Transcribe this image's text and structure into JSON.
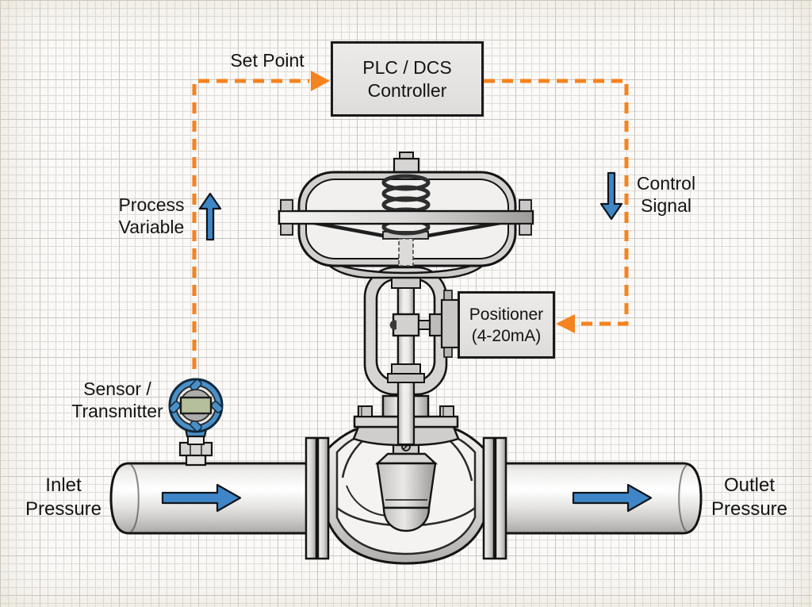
{
  "labels": {
    "set_point": "Set Point",
    "process_variable_line1": "Process",
    "process_variable_line2": "Variable",
    "control_signal_line1": "Control",
    "control_signal_line2": "Signal",
    "sensor_line1": "Sensor /",
    "sensor_line2": "Transmitter",
    "inlet_line1": "Inlet",
    "inlet_line2": "Pressure",
    "outlet_line1": "Outlet",
    "outlet_line2": "Pressure"
  },
  "boxes": {
    "controller_line1": "PLC / DCS",
    "controller_line2": "Controller",
    "positioner_line1": "Positioner",
    "positioner_line2": "(4-20mA)"
  },
  "colors": {
    "signal_orange": "#F5831F",
    "arrow_blue": "#3E86C7",
    "box_fill": "#E8E7E5",
    "outline_black": "#1A1A1A",
    "sensor_blue": "#4A90C8",
    "lcd_green": "#B6BF9C",
    "metal_light": "#F2F1EF",
    "metal_dark": "#A9A8A6",
    "paper": "#FBFAF8",
    "grid_line": "#D8D5D1"
  },
  "icons": {
    "flow-arrow-right": "→",
    "process-variable-up-arrow": "↑",
    "control-signal-down-arrow": "↓",
    "signal-arrowhead-right": "▶",
    "signal-arrowhead-left": "◀"
  }
}
